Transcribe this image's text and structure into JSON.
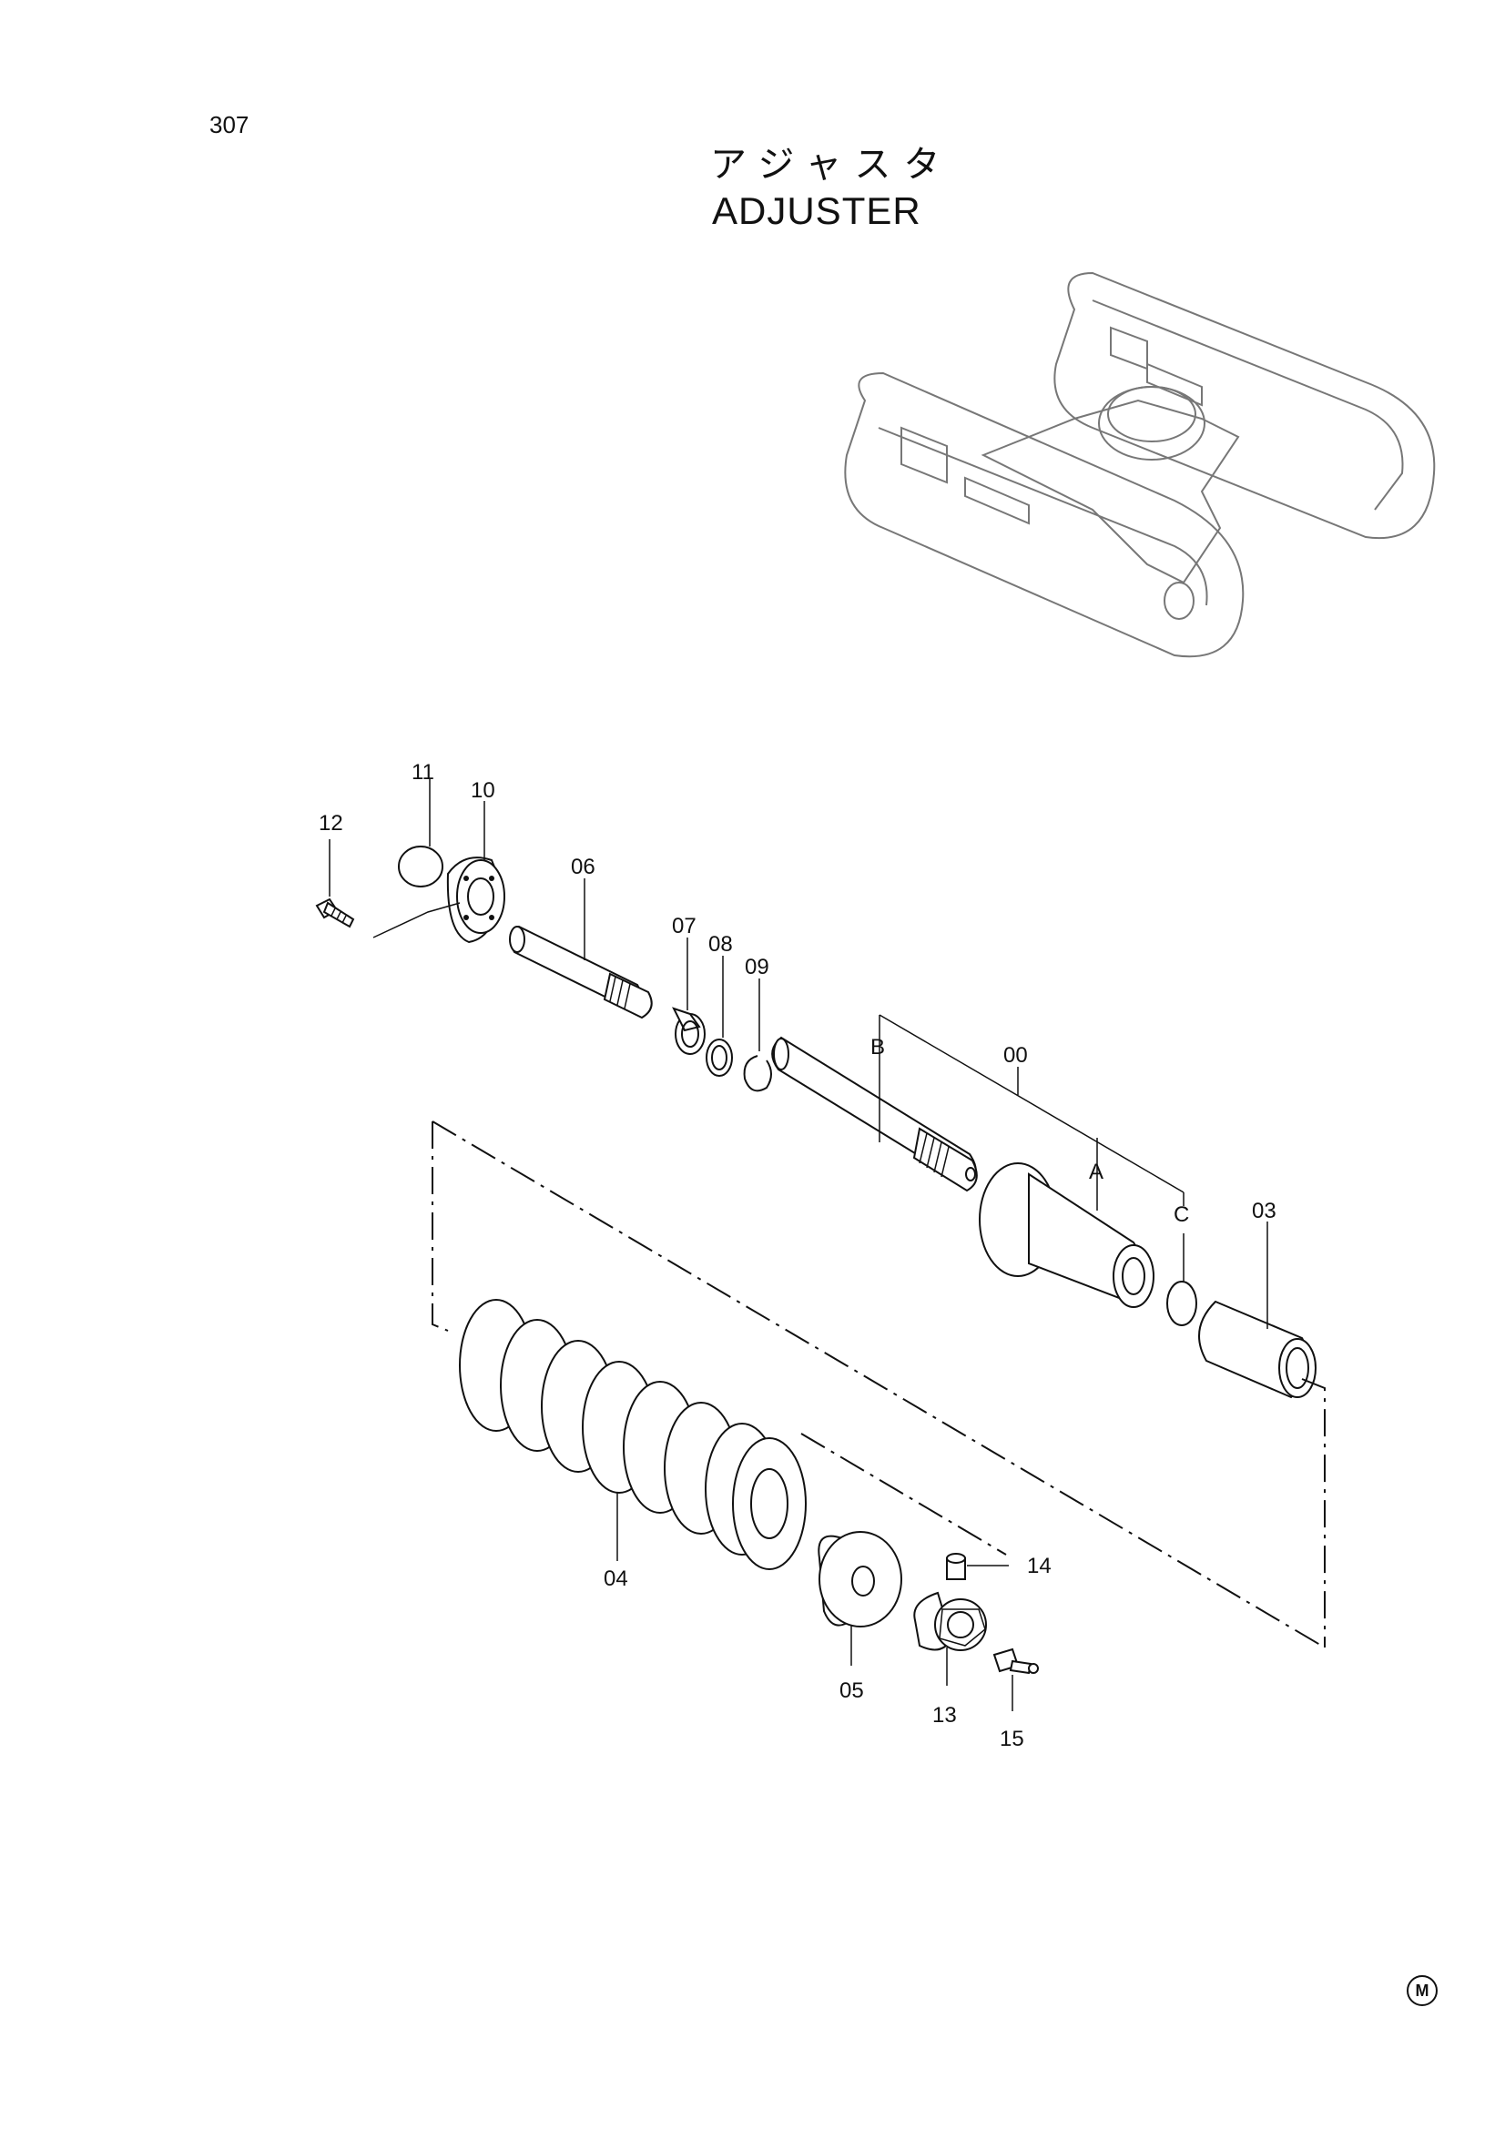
{
  "page": {
    "number": "307",
    "title_jp": "アジャスタ",
    "title_en": "ADJUSTER",
    "mark": "M"
  },
  "callouts": {
    "c00": "00",
    "c03": "03",
    "c04": "04",
    "c05": "05",
    "c06": "06",
    "c07": "07",
    "c08": "08",
    "c09": "09",
    "c10": "10",
    "c11": "11",
    "c12": "12",
    "c13": "13",
    "c14": "14",
    "c15": "15",
    "cA": "A",
    "cB": "B",
    "cC": "C"
  }
}
